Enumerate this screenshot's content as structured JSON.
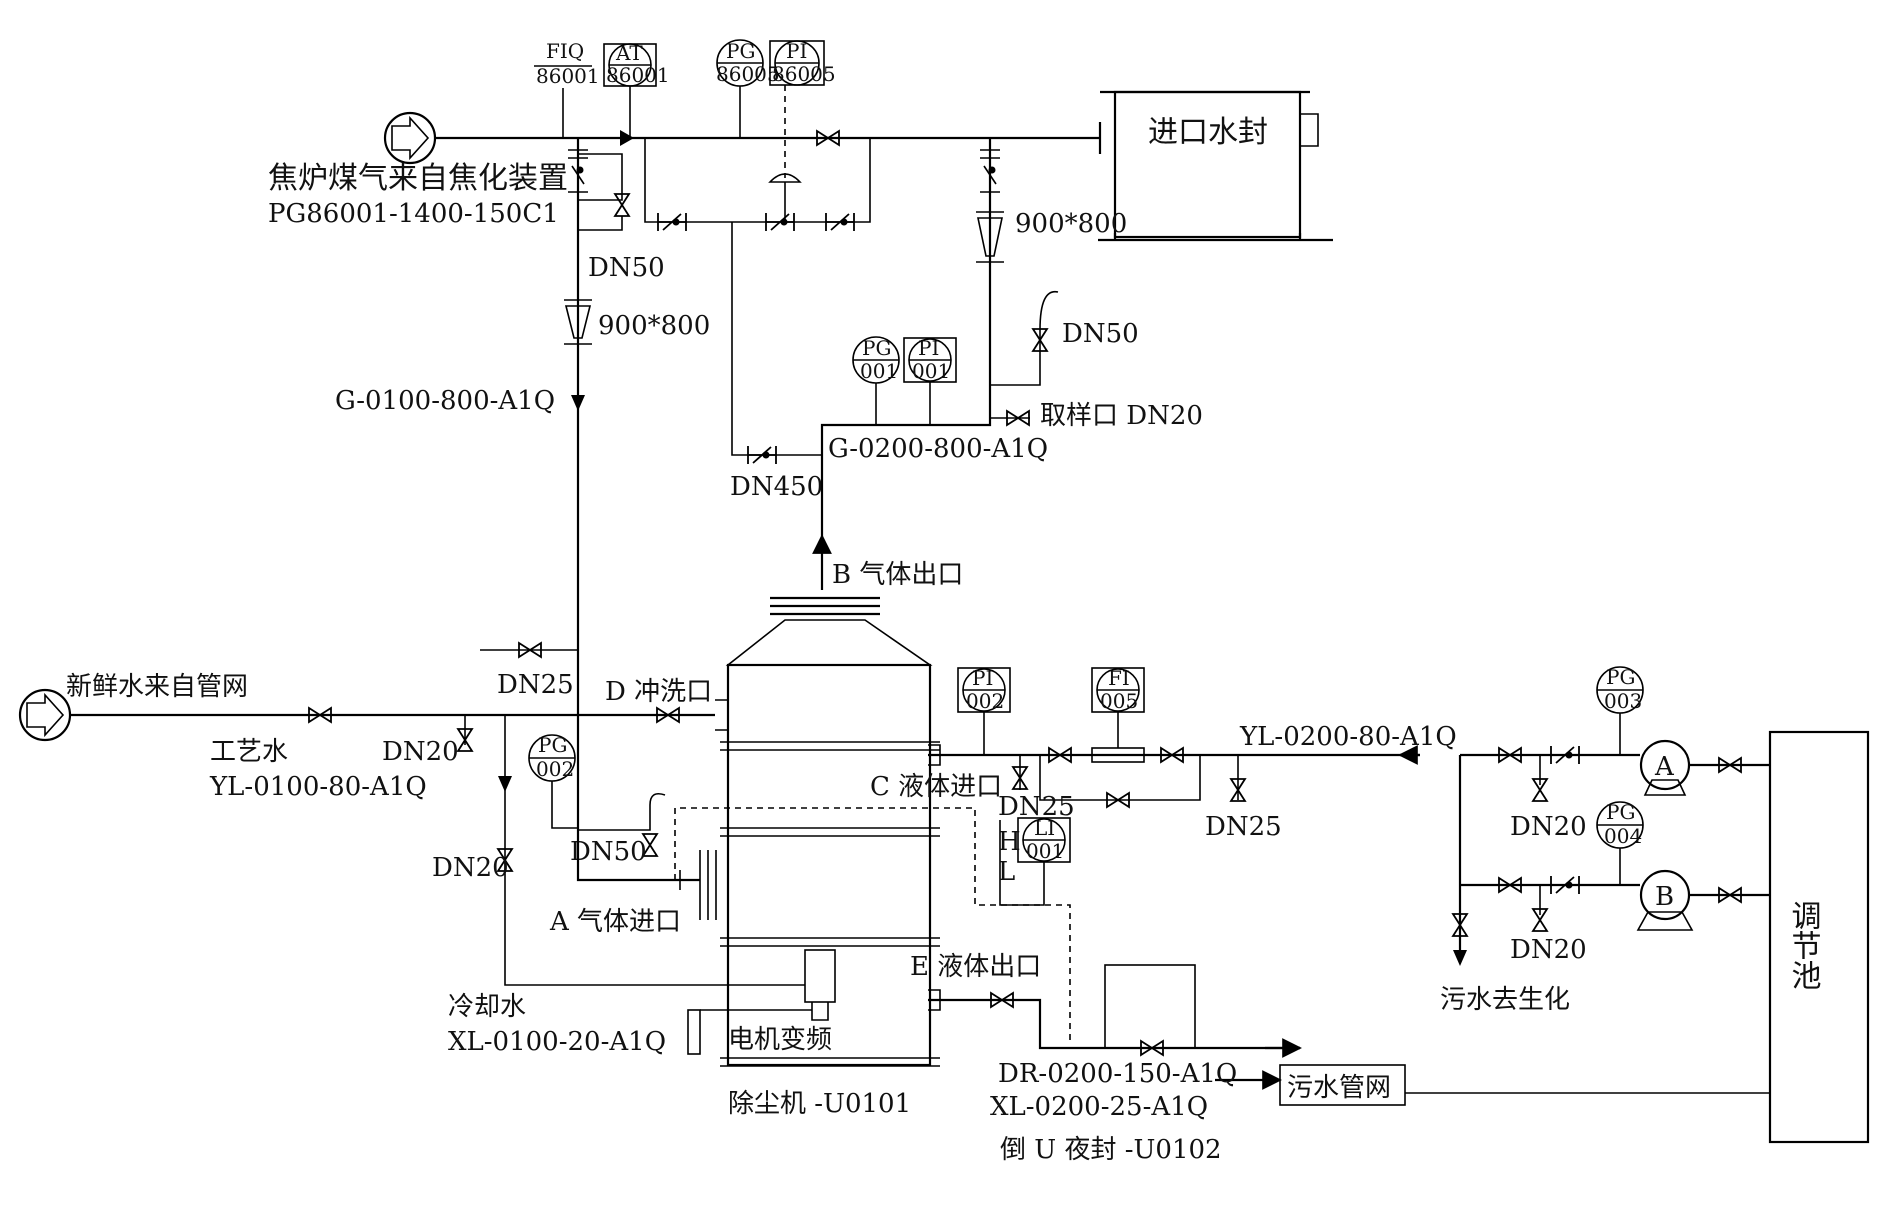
{
  "inlet": {
    "label": "焦炉煤气来自焦化装置",
    "line": "PG86001-1400-150C1",
    "branch_dn": "DN50",
    "reducer": "900*800",
    "down_line": "G-0100-800-A1Q"
  },
  "instruments_top": [
    {
      "tag": "FIQ",
      "num": "86001"
    },
    {
      "tag": "AT",
      "num": "86001"
    },
    {
      "tag": "PG",
      "num": "86005"
    },
    {
      "tag": "PI",
      "num": "86005"
    }
  ],
  "water_seal": {
    "label": "进口水封",
    "reducer": "900*800"
  },
  "outlet_loop": {
    "pg": {
      "tag": "PG",
      "num": "001"
    },
    "pi": {
      "tag": "PI",
      "num": "001"
    },
    "dn_branch": "DN50",
    "sample": "取样口 DN20",
    "line": "G-0200-800-A1Q",
    "bypass_dn": "DN450",
    "gas_outlet": "B 气体出口"
  },
  "fresh_water": {
    "label": "新鲜水来自管网",
    "process_water": "工艺水",
    "line": "YL-0100-80-A1Q",
    "dn25": "DN25",
    "dn20": "DN20",
    "dn20_left": "DN20",
    "pg": {
      "tag": "PG",
      "num": "002"
    },
    "flush": "D 冲洗口",
    "dn50": "DN50",
    "gas_inlet": "A 气体进口"
  },
  "cooling": {
    "label": "冷却水",
    "line": "XL-0100-20-A1Q",
    "motor": "电机变频"
  },
  "column": {
    "label": "除尘机 -U0101",
    "liquid_in": "C 液体进口",
    "liquid_out": "E 液体出口"
  },
  "liquid_feed": {
    "pi": {
      "tag": "PI",
      "num": "002"
    },
    "fi": {
      "tag": "FI",
      "num": "005"
    },
    "dn25_a": "DN25",
    "dn25_b": "DN25",
    "line": "YL-0200-80-A1Q",
    "li": {
      "tag": "LI",
      "num": "001"
    },
    "h": "H",
    "l": "L"
  },
  "pumps": {
    "pg_a": {
      "tag": "PG",
      "num": "003"
    },
    "pg_b": {
      "tag": "PG",
      "num": "004"
    },
    "a": "A",
    "b": "B",
    "dn20_a": "DN20",
    "dn20_b": "DN20",
    "to_bio": "污水去生化"
  },
  "tank": {
    "label": "调节池"
  },
  "drain": {
    "line1": "DR-0200-150-A1Q",
    "line2": "XL-0200-25-A1Q",
    "seal": "倒 U 夜封 -U0102",
    "network": "污水管网"
  }
}
